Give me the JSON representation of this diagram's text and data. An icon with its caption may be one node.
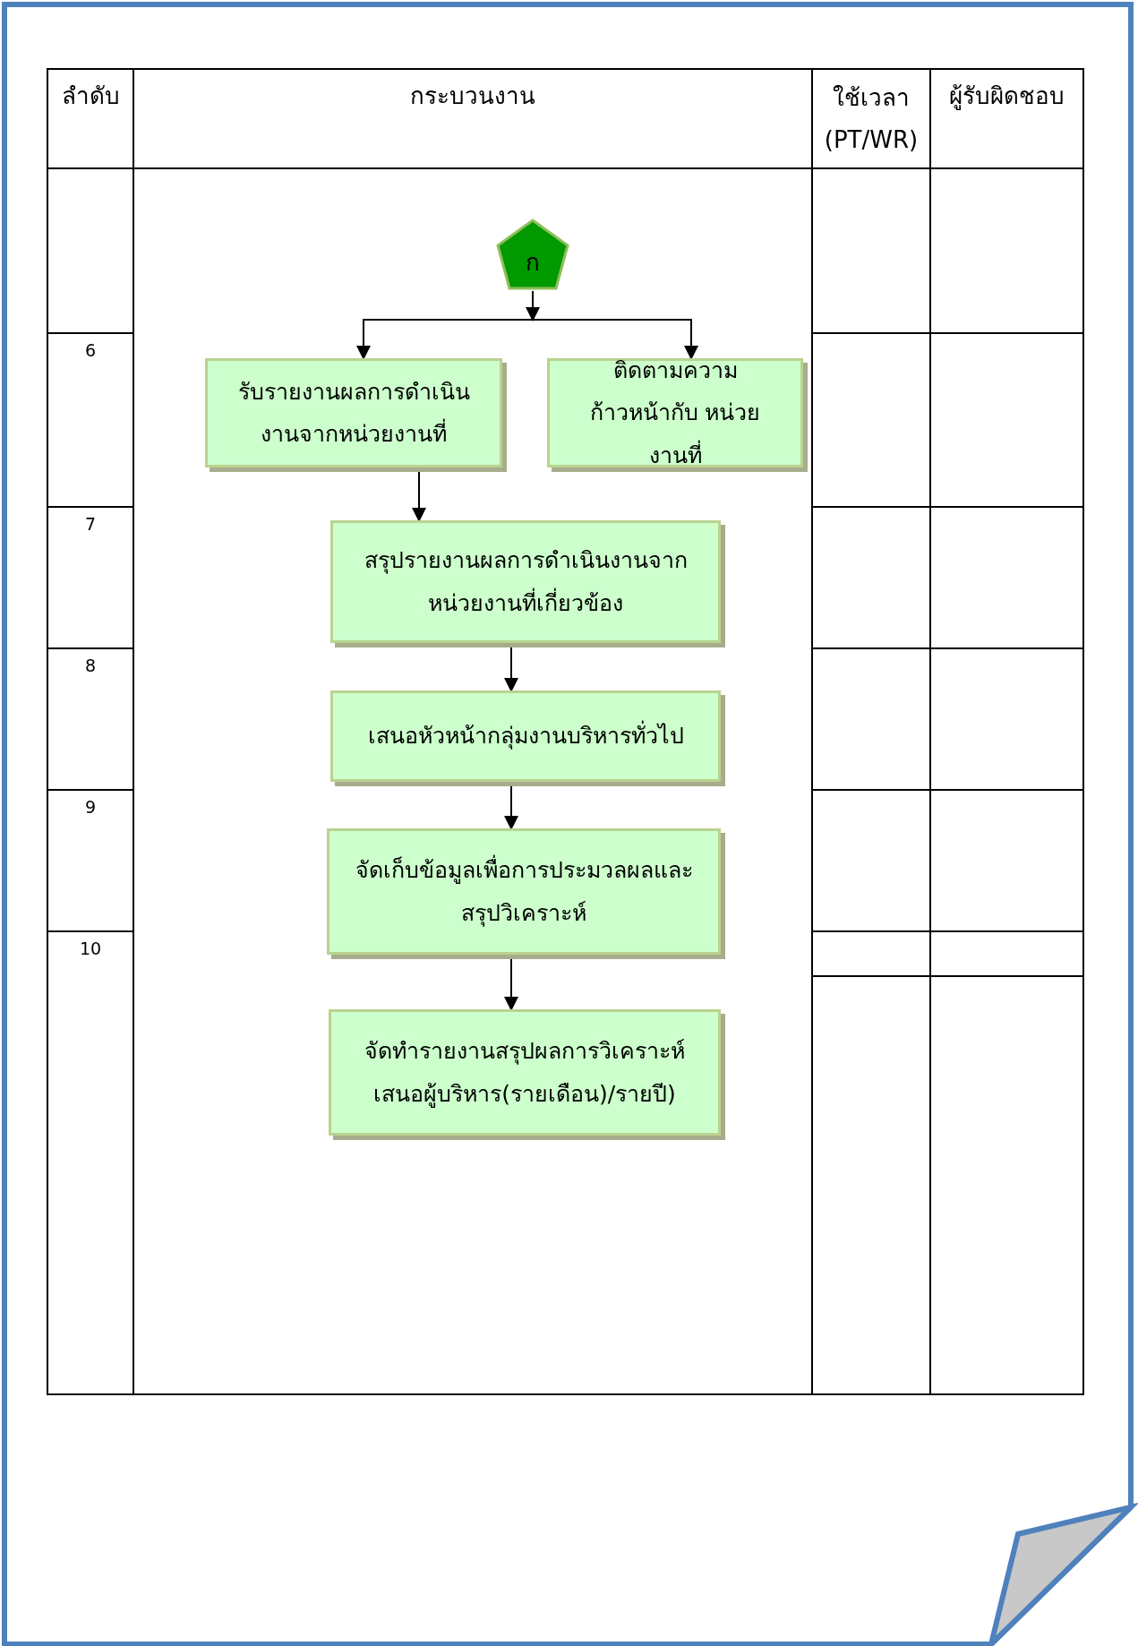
{
  "diagram": {
    "nodes": [
      {
        "text": [
          "ก"
        ]
      },
      {
        "text": [
          "รับรายงานผลการดำเนินงานจากหน่วยงานที่"
        ]
      },
      {
        "text": [
          "ติดตามความก้าวหน้ากับ หน่วยงานที่"
        ]
      },
      {
        "text": [
          "สรุปรายงานผลการดำเนินงานจากหน่วยงานที่เกี่ยวข้อง"
        ]
      },
      {
        "text": [
          "เสนอหัวหน้ากลุ่มงานบริหารทั่วไป"
        ]
      },
      {
        "text": [
          "จัดเก็บข้อมูลเพื่อการประมวลผลและสรุปวิเคราะห์"
        ]
      },
      {
        "text": [
          "จัดทำรายงานสรุปผลการวิเคราะห์เสนอผู้บริหาร(รายเดือน)/รายปี)"
        ]
      }
    ],
    "edges": [
      {
        "from": 0,
        "to": 1,
        "arrow": "to"
      },
      {
        "from": 0,
        "to": 2,
        "arrow": "to"
      },
      {
        "from": 1,
        "to": 3,
        "arrow": "to"
      },
      {
        "from": 3,
        "to": 4,
        "arrow": "to"
      },
      {
        "from": 4,
        "to": 5,
        "arrow": "to"
      },
      {
        "from": 5,
        "to": 6,
        "arrow": "to"
      }
    ],
    "labels": [
      "ลำดับ",
      "กระบวนงาน",
      "ใช้เวลา (PT/WR)",
      "ผู้รับผิดชอบ",
      "6",
      "7",
      "8",
      "9",
      "10"
    ]
  }
}
